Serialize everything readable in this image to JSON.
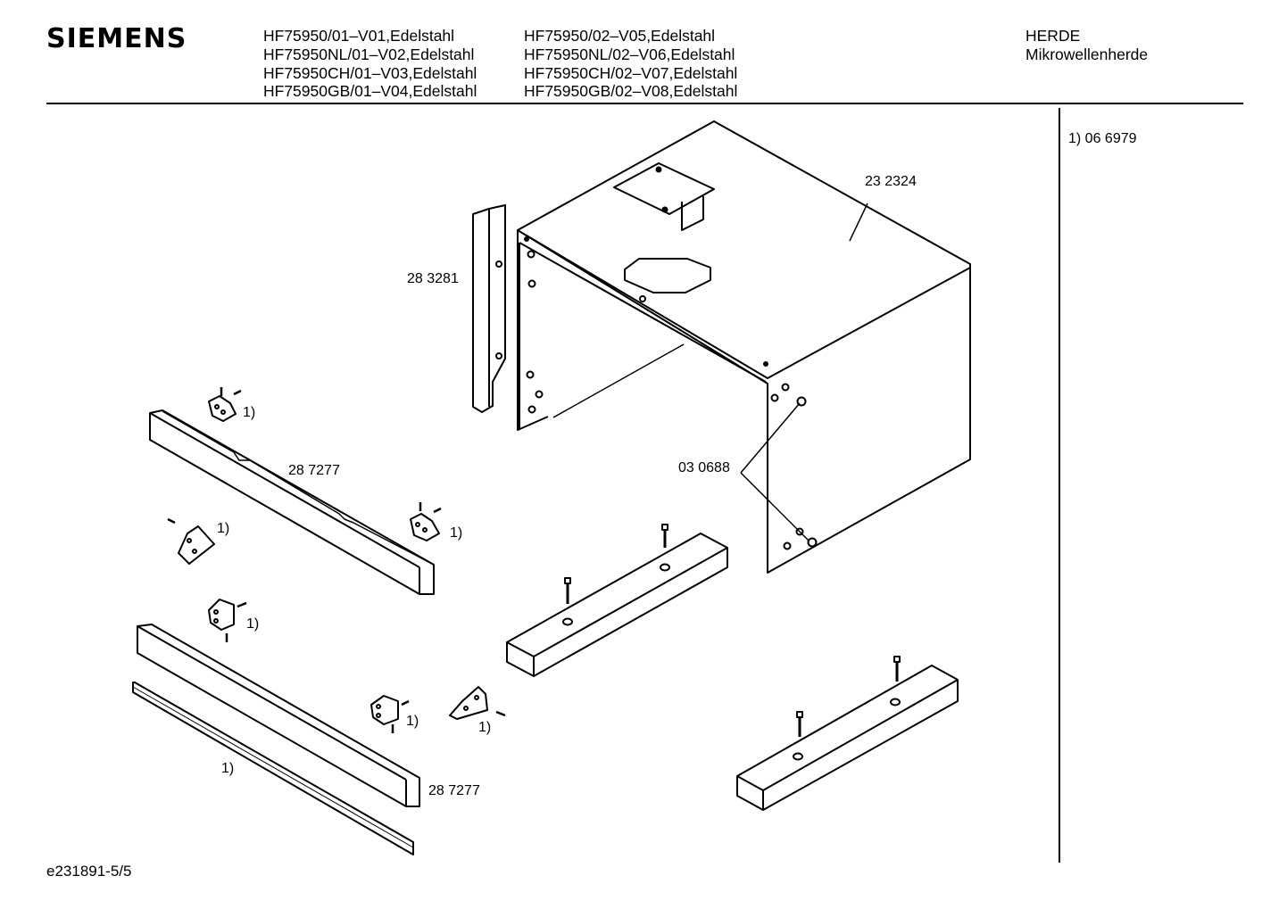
{
  "header": {
    "brand": "SIEMENS",
    "models_col1": [
      "HF75950/01–V01,Edelstahl",
      "HF75950NL/01–V02,Edelstahl",
      "HF75950CH/01–V03,Edelstahl",
      "HF75950GB/01–V04,Edelstahl"
    ],
    "models_col2": [
      "HF75950/02–V05,Edelstahl",
      "HF75950NL/02–V06,Edelstahl",
      "HF75950CH/02–V07,Edelstahl",
      "HF75950GB/02–V08,Edelstahl"
    ],
    "category": "HERDE",
    "subcategory": "Mikrowellenherde"
  },
  "sidebar": {
    "note": "1)  06 6979"
  },
  "diagram": {
    "labels": {
      "housing": "23 2324",
      "side_rail": "28 3281",
      "front_trim_upper": "28 7277",
      "front_trim_lower": "28 7277",
      "spacer": "03 0688",
      "strip_note": "1)",
      "bracket_note": "1)"
    }
  },
  "footer": {
    "drawing_id": "e231891-5/5"
  }
}
